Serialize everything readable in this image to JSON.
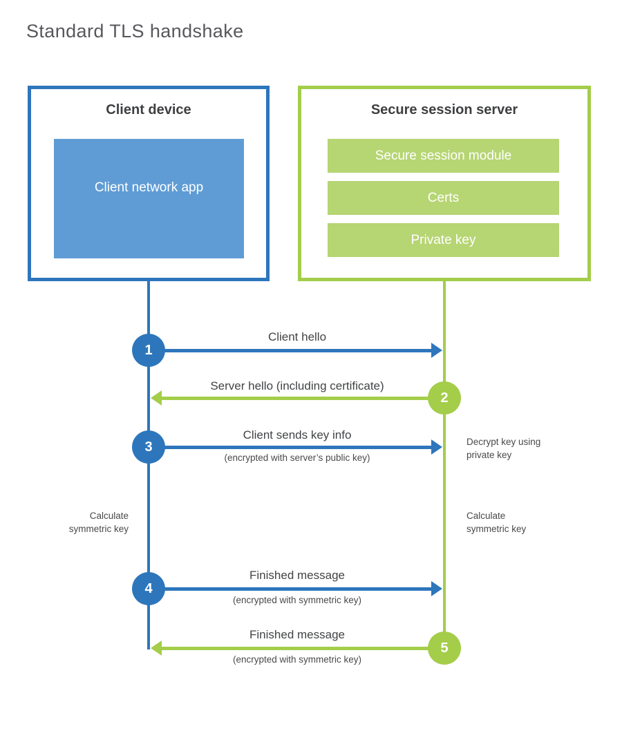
{
  "title": "Standard TLS handshake",
  "client": {
    "heading": "Client device",
    "app_label": "Client network app"
  },
  "server": {
    "heading": "Secure session server",
    "modules": [
      "Secure session module",
      "Certs",
      "Private key"
    ]
  },
  "steps": [
    {
      "number": "1",
      "label": "Client hello",
      "sublabel": "",
      "direction": "client-to-server"
    },
    {
      "number": "2",
      "label": "Server hello (including certificate)",
      "sublabel": "",
      "direction": "server-to-client"
    },
    {
      "number": "3",
      "label": "Client sends key info",
      "sublabel": "(encrypted with server’s public key)",
      "direction": "client-to-server"
    },
    {
      "number": "4",
      "label": "Finished message",
      "sublabel": "(encrypted with symmetric key)",
      "direction": "client-to-server"
    },
    {
      "number": "5",
      "label": "Finished message",
      "sublabel": "(encrypted with symmetric key)",
      "direction": "server-to-client"
    }
  ],
  "annotations": {
    "decrypt_key": "Decrypt key using private key",
    "calculate_left": "Calculate symmetric key",
    "calculate_right": "Calculate symmetric key"
  },
  "colors": {
    "blue": "#2d76bc",
    "blue_light": "#5f9cd5",
    "green": "#a4cd4a",
    "green_light": "#b6d573",
    "heading_text": "#3e3f41",
    "label_text": "#414345",
    "sublabel_text": "#48494b",
    "title_text": "#57585c"
  }
}
